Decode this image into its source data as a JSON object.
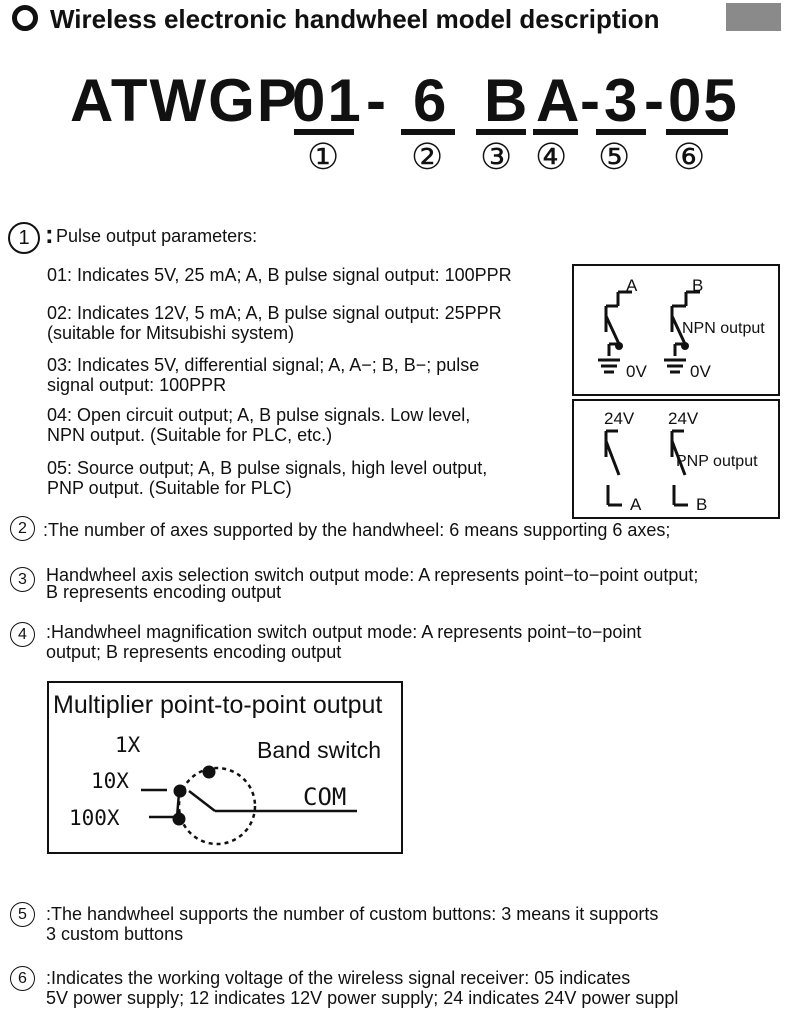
{
  "header": {
    "title": "Wireless electronic handwheel model description"
  },
  "model_code": {
    "prefix": "ATWGP",
    "part1": "01",
    "dash1": "-",
    "part2": "6",
    "part3": "B",
    "part4": "A",
    "dash2": "-",
    "part5": "3",
    "dash3": "-",
    "part6": "05",
    "markers": [
      "①",
      "②",
      "③",
      "④",
      "⑤",
      "⑥"
    ]
  },
  "section1": {
    "marker": "1",
    "colon": ":",
    "title": "Pulse output parameters:",
    "items": [
      {
        "line1": "01: Indicates 5V, 25 mA; A, B pulse signal output: 100PPR",
        "line2": ""
      },
      {
        "line1": "02: Indicates 12V, 5 mA; A, B pulse signal output: 25PPR",
        "line2": "(suitable for Mitsubishi system)"
      },
      {
        "line1": "03: Indicates 5V, differential signal; A, A−; B, B−; pulse",
        "line2": "signal output: 100PPR"
      },
      {
        "line1": "04: Open circuit output; A, B pulse signals. Low level,",
        "line2": "NPN output. (Suitable for PLC, etc.)"
      },
      {
        "line1": "05: Source output; A, B pulse signals, high level output,",
        "line2": "PNP output. (Suitable for PLC)"
      }
    ]
  },
  "npn_diagram": {
    "label_a": "A",
    "label_b": "B",
    "output_label": "NPN output",
    "ground1": "0V",
    "ground2": "0V"
  },
  "pnp_diagram": {
    "supply1": "24V",
    "supply2": "24V",
    "output_label": "PNP output",
    "label_a": "A",
    "label_b": "B"
  },
  "section2": {
    "marker": "2",
    "text": ":The number of axes supported by the handwheel: 6 means supporting 6 axes;"
  },
  "section3": {
    "marker": "3",
    "line1": "Handwheel axis selection switch output mode: A represents point−to−point output;",
    "line2": "B represents encoding output"
  },
  "section4": {
    "marker": "4",
    "line1": ":Handwheel magnification switch output mode: A represents point−to−point",
    "line2": "output; B represents encoding output"
  },
  "multiplier_diagram": {
    "title": "Multiplier point-to-point output",
    "x1": "1X",
    "x10": "10X",
    "x100": "100X",
    "band_switch": "Band switch",
    "com": "COM"
  },
  "section5": {
    "marker": "5",
    "line1": ":The handwheel supports the number of custom buttons: 3 means it supports",
    "line2": "3 custom buttons"
  },
  "section6": {
    "marker": "6",
    "line1": ":Indicates the working voltage of the wireless signal receiver: 05 indicates",
    "line2": "5V power supply; 12 indicates 12V power supply; 24 indicates 24V power suppl"
  }
}
